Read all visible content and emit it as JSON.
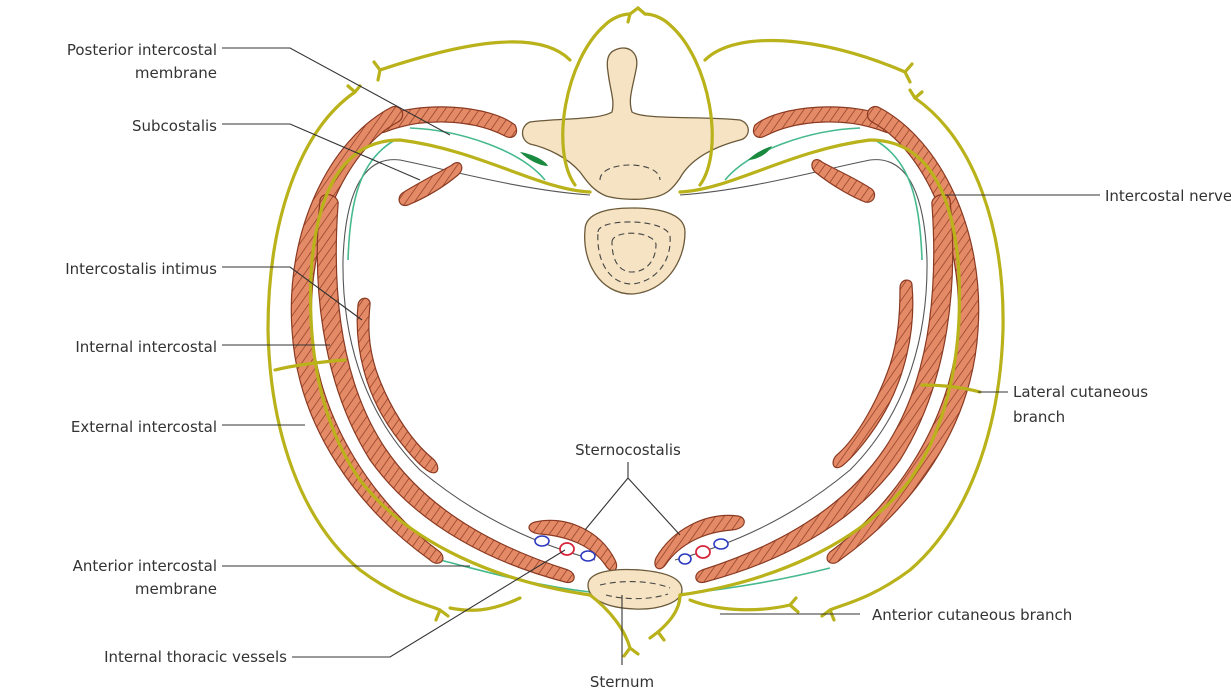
{
  "labels": {
    "posterior_intercostal_membrane_1": "Posterior intercostal",
    "posterior_intercostal_membrane_2": "membrane",
    "subcostalis": "Subcostalis",
    "intercostalis_intimus": "Intercostalis intimus",
    "internal_intercostal": "Internal intercostal",
    "external_intercostal": "External intercostal",
    "anterior_intercostal_membrane_1": "Anterior intercostal",
    "anterior_intercostal_membrane_2": "membrane",
    "internal_thoracic_vessels": "Internal thoracic vessels",
    "sternum": "Sternum",
    "sternocostalis": "Sternocostalis",
    "intercostal_nerve": "Intercostal nerve",
    "lateral_cutaneous_branch_1": "Lateral cutaneous",
    "lateral_cutaneous_branch_2": "branch",
    "anterior_cutaneous_branch": "Anterior cutaneous branch"
  },
  "colors": {
    "muscle": "#e58a66",
    "nerve": "#b9b21a",
    "membrane": "#46b98e",
    "bone": "#f5e3c3",
    "artery": "#d8243a",
    "vein": "#2d3bbf"
  }
}
